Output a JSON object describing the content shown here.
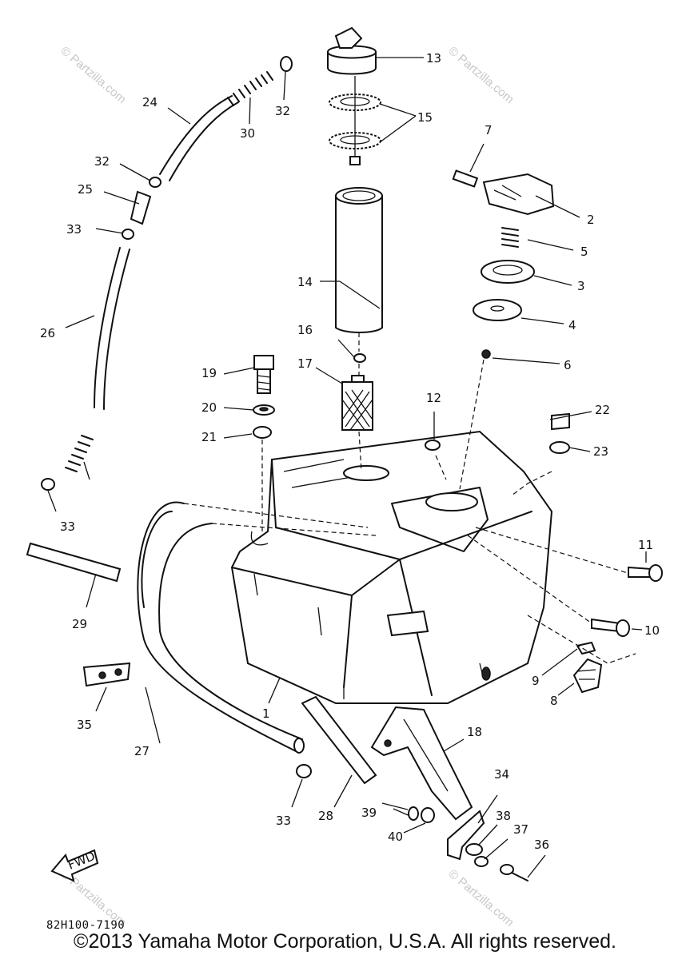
{
  "diagram": {
    "callouts": [
      {
        "id": "1",
        "text": "1"
      },
      {
        "id": "2",
        "text": "2"
      },
      {
        "id": "3",
        "text": "3"
      },
      {
        "id": "4",
        "text": "4"
      },
      {
        "id": "5",
        "text": "5"
      },
      {
        "id": "6",
        "text": "6"
      },
      {
        "id": "7",
        "text": "7"
      },
      {
        "id": "8",
        "text": "8"
      },
      {
        "id": "9",
        "text": "9"
      },
      {
        "id": "10",
        "text": "10"
      },
      {
        "id": "11",
        "text": "11"
      },
      {
        "id": "12",
        "text": "12"
      },
      {
        "id": "13",
        "text": "13"
      },
      {
        "id": "14",
        "text": "14"
      },
      {
        "id": "15",
        "text": "15"
      },
      {
        "id": "16",
        "text": "16"
      },
      {
        "id": "17",
        "text": "17"
      },
      {
        "id": "18",
        "text": "18"
      },
      {
        "id": "19",
        "text": "19"
      },
      {
        "id": "20",
        "text": "20"
      },
      {
        "id": "21",
        "text": "21"
      },
      {
        "id": "22",
        "text": "22"
      },
      {
        "id": "23",
        "text": "23"
      },
      {
        "id": "24",
        "text": "24"
      },
      {
        "id": "25",
        "text": "25"
      },
      {
        "id": "26",
        "text": "26"
      },
      {
        "id": "27",
        "text": "27"
      },
      {
        "id": "28",
        "text": "28"
      },
      {
        "id": "29",
        "text": "29"
      },
      {
        "id": "30",
        "text": "30"
      },
      {
        "id": "32a",
        "text": "32"
      },
      {
        "id": "32b",
        "text": "32"
      },
      {
        "id": "33a",
        "text": "33"
      },
      {
        "id": "33b",
        "text": "33"
      },
      {
        "id": "33c",
        "text": "33"
      },
      {
        "id": "34",
        "text": "34"
      },
      {
        "id": "35",
        "text": "35"
      },
      {
        "id": "36",
        "text": "36"
      },
      {
        "id": "37",
        "text": "37"
      },
      {
        "id": "38",
        "text": "38"
      },
      {
        "id": "39",
        "text": "39"
      },
      {
        "id": "40",
        "text": "40"
      }
    ],
    "fwd_label": "FWD",
    "diagram_code": "82H100-7190",
    "watermark": "© Partzilla.com"
  },
  "footer": {
    "copyright": "©2013 Yamaha Motor Corporation, U.S.A. All rights reserved."
  }
}
